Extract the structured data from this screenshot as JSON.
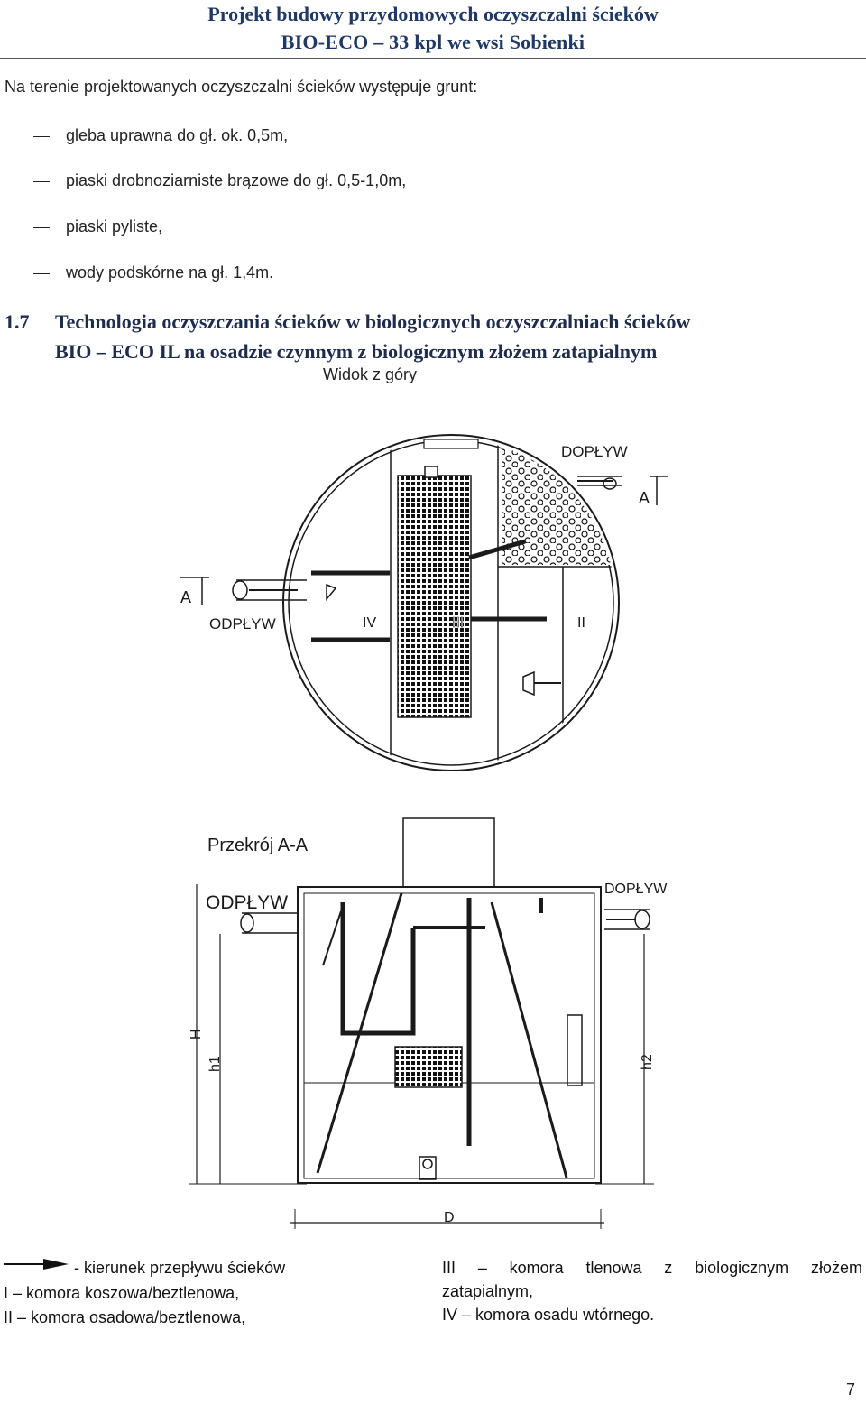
{
  "header": {
    "title_line1": "Projekt budowy przydomowych oczyszczalni ścieków",
    "title_line2": "BIO-ECO – 33 kpl we wsi Sobienki"
  },
  "intro": "Na terenie projektowanych oczyszczalni ścieków występuje grunt:",
  "soil_list": [
    "gleba uprawna do gł. ok. 0,5m,",
    "piaski drobnoziarniste brązowe do gł. 0,5-1,0m,",
    "piaski pyliste,",
    "wody podskórne na gł. 1,4m."
  ],
  "section": {
    "number": "1.7",
    "title_line1": "Technologia oczyszczania ścieków w biologicznych oczyszczalniach ścieków",
    "title_line2": "BIO – ECO IL na osadzie czynnym z biologicznym złożem zatapialnym"
  },
  "top_view": {
    "label": "Widok z góry",
    "inflow": "DOPŁYW",
    "outflow": "ODPŁYW",
    "section_mark_right": "A",
    "section_mark_left": "A",
    "chambers": [
      "IV",
      "III",
      "II"
    ]
  },
  "cross_section": {
    "title": "Przekrój A-A",
    "outflow": "ODPŁYW",
    "inflow": "DOPŁYW",
    "dim_H": "H",
    "dim_h1": "h1",
    "dim_h2": "h2",
    "dim_D": "D"
  },
  "legend": {
    "flow": "- kierunek przepływu ścieków",
    "I": "I – komora koszowa/beztlenowa,",
    "II": "II – komora osadowa/beztlenowa,",
    "III_words": [
      "III",
      "–",
      "komora",
      "tlenowa",
      "z",
      "biologicznym",
      "złożem"
    ],
    "III_cont": "zatapialnym,",
    "IV": "IV – komora osadu wtórnego."
  },
  "page_number": "7",
  "colors": {
    "header": "#1f3864",
    "section_title": "#1f2d4d",
    "drawing": "#1a1a1a"
  }
}
